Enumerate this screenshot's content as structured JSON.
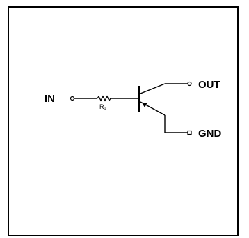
{
  "diagram": {
    "labels": {
      "input": "IN",
      "resistor": "R₁",
      "output": "OUT",
      "ground": "GND"
    },
    "colors": {
      "line": "#000000",
      "background": "#ffffff"
    }
  }
}
